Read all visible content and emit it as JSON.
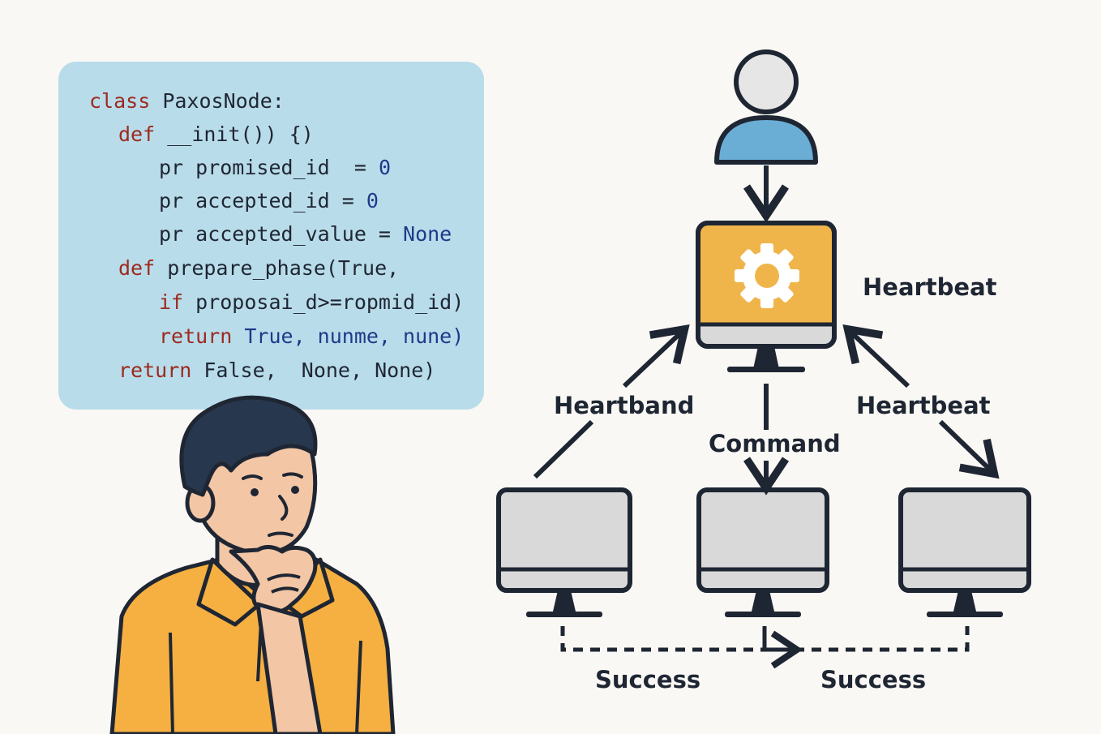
{
  "code": {
    "lines": [
      {
        "indent": "",
        "parts": [
          {
            "t": "class ",
            "c": "kw"
          },
          {
            "t": "PaxosNode:",
            "c": "nm"
          }
        ]
      },
      {
        "indent": "  ",
        "parts": [
          {
            "t": "def ",
            "c": "kw"
          },
          {
            "t": "__init()) {)",
            "c": "nm"
          }
        ]
      },
      {
        "indent": "     ",
        "parts": [
          {
            "t": "pr promised_id  = ",
            "c": "nm"
          },
          {
            "t": "0",
            "c": "lit"
          }
        ]
      },
      {
        "indent": "     ",
        "parts": [
          {
            "t": "pr accepted_id = ",
            "c": "nm"
          },
          {
            "t": "0",
            "c": "lit"
          }
        ]
      },
      {
        "indent": "     ",
        "parts": [
          {
            "t": "pr accepted_value = ",
            "c": "nm"
          },
          {
            "t": "None",
            "c": "lit"
          }
        ]
      },
      {
        "indent": "  ",
        "parts": [
          {
            "t": "def ",
            "c": "kw"
          },
          {
            "t": "prepare_phase(True,",
            "c": "nm"
          }
        ]
      },
      {
        "indent": "     ",
        "parts": [
          {
            "t": "if ",
            "c": "kw"
          },
          {
            "t": "proposai_d>=ropmid_id)",
            "c": "nm"
          }
        ]
      },
      {
        "indent": "     ",
        "parts": [
          {
            "t": "return ",
            "c": "kw"
          },
          {
            "t": "True, nunme, nune)",
            "c": "lit"
          }
        ]
      },
      {
        "indent": "  ",
        "parts": [
          {
            "t": "return ",
            "c": "kw"
          },
          {
            "t": "False,  None, None)",
            "c": "nm"
          }
        ]
      }
    ]
  },
  "labels": {
    "heartbeat_top": "Heartbeat",
    "heartband_left": "Heartband",
    "heartbeat_right": "Heartbeat",
    "command": "Command",
    "success_left": "Success",
    "success_right": "Success"
  },
  "colors": {
    "code_bg": "#b9dcea",
    "leader_screen": "#f0b54a",
    "follower_screen": "#d9d9d9",
    "user_body": "#6aaed6",
    "shirt": "#f5b041",
    "skin": "#f3c6a5",
    "hair": "#27374d",
    "outline": "#1f2633"
  }
}
